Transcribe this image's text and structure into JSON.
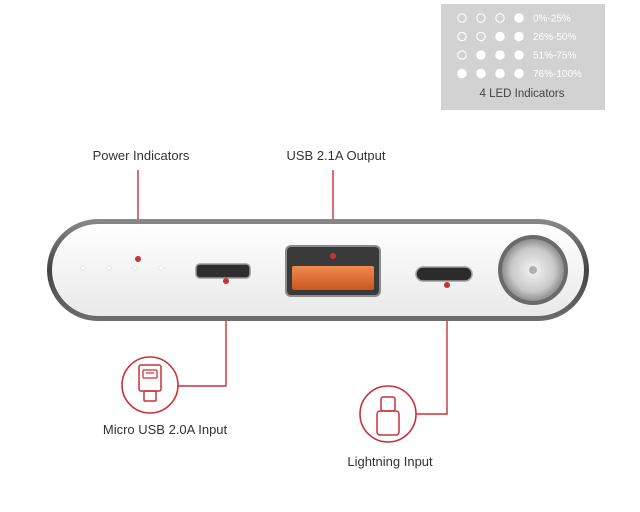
{
  "legend": {
    "title": "4 LED Indicators",
    "rows": [
      {
        "range": "0%-25%",
        "lit": 1
      },
      {
        "range": "26%-50%",
        "lit": 2
      },
      {
        "range": "51%-75%",
        "lit": 3
      },
      {
        "range": "76%-100%",
        "lit": 4
      }
    ]
  },
  "callouts": {
    "power_indicators": "Power Indicators",
    "usb_output": "USB 2.1A Output",
    "micro_usb_input": "Micro USB 2.0A Input",
    "lightning_input": "Lightning Input"
  },
  "colors": {
    "accent": "#c8323a",
    "legend_bg": "#d2d2d2",
    "device_body": "#f1f1f1",
    "device_rim": "#5a5a5a",
    "port_orange": "#e06a2e"
  },
  "icons": {
    "micro_usb": "micro-usb-plug-icon",
    "lightning": "lightning-plug-icon"
  }
}
